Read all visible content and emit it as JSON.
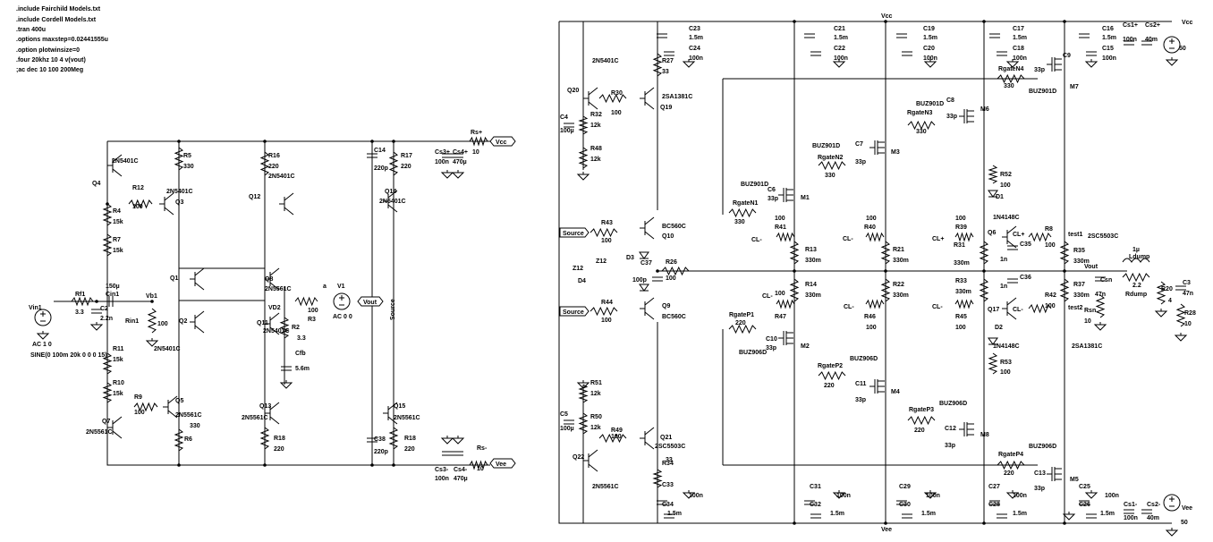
{
  "directives": [
    ".include Fairchild Models.txt",
    ".include Cordell Models.txt",
    ".tran 400u",
    ".options maxstep=0.02441555u",
    ".option plotwinsize=0",
    ".four 20khz 10 4 v(vout)",
    ";ac dec 10 100 200Meg"
  ],
  "left_texts": [
    {
      "id": "q4-model",
      "t": "2N5401C"
    },
    {
      "id": "q4",
      "t": "Q4"
    },
    {
      "id": "r12",
      "t": "R12"
    },
    {
      "id": "r12v",
      "t": "100"
    },
    {
      "id": "q3-model",
      "t": "2N5401C"
    },
    {
      "id": "q3",
      "t": "Q3"
    },
    {
      "id": "r5",
      "t": "R5"
    },
    {
      "id": "r5v",
      "t": "330"
    },
    {
      "id": "r4",
      "t": "R4"
    },
    {
      "id": "r4v",
      "t": "15k"
    },
    {
      "id": "r7",
      "t": "R7"
    },
    {
      "id": "r7v",
      "t": "15k"
    },
    {
      "id": "r16",
      "t": "R16"
    },
    {
      "id": "r16v",
      "t": "220"
    },
    {
      "id": "q12-model",
      "t": "2N5401C"
    },
    {
      "id": "q12",
      "t": "Q12"
    },
    {
      "id": "c14",
      "t": "C14"
    },
    {
      "id": "c14v",
      "t": "220p"
    },
    {
      "id": "r17",
      "t": "R17"
    },
    {
      "id": "r17v",
      "t": "220"
    },
    {
      "id": "q14",
      "t": "Q14"
    },
    {
      "id": "q14-model",
      "t": "2N5401C"
    },
    {
      "id": "cs3p",
      "t": "Cs3+"
    },
    {
      "id": "cs4p",
      "t": "Cs4+"
    },
    {
      "id": "cs3pv",
      "t": "100n"
    },
    {
      "id": "cs4pv",
      "t": "470µ"
    },
    {
      "id": "rsp",
      "t": "Rs+"
    },
    {
      "id": "rspv",
      "t": "10"
    },
    {
      "id": "q1",
      "t": "Q1"
    },
    {
      "id": "q8",
      "t": "Q8"
    },
    {
      "id": "q8-model",
      "t": "2N5561C"
    },
    {
      "id": "c150",
      "t": "150µ"
    },
    {
      "id": "cin1",
      "t": "Cin1"
    },
    {
      "id": "vb1",
      "t": "Vb1"
    },
    {
      "id": "rf1",
      "t": "Rf1"
    },
    {
      "id": "rf1v",
      "t": "3.3"
    },
    {
      "id": "c2",
      "t": "C2"
    },
    {
      "id": "c2v",
      "t": "2.2n"
    },
    {
      "id": "rin1",
      "t": "Rin1"
    },
    {
      "id": "rin1v",
      "t": "100"
    },
    {
      "id": "r3",
      "t": "R3"
    },
    {
      "id": "r3v",
      "t": "100"
    },
    {
      "id": "v1",
      "t": "V1"
    },
    {
      "id": "v1v",
      "t": "AC 0 0"
    },
    {
      "id": "a",
      "t": "a"
    },
    {
      "id": "q2",
      "t": "Q2"
    },
    {
      "id": "q2-model",
      "t": "2N5401C"
    },
    {
      "id": "q11",
      "t": "Q11"
    },
    {
      "id": "q11-model",
      "t": "2N5401C"
    },
    {
      "id": "vd2",
      "t": "VD2"
    },
    {
      "id": "r2",
      "t": "R2"
    },
    {
      "id": "r2v",
      "t": "3.3"
    },
    {
      "id": "cfb",
      "t": "Cfb"
    },
    {
      "id": "cfbv",
      "t": "5.6m"
    },
    {
      "id": "vin1",
      "t": "Vin1"
    },
    {
      "id": "ac10",
      "t": "AC 1 0"
    },
    {
      "id": "sine",
      "t": "SINE(0 100m 20k 0 0 0 15)"
    },
    {
      "id": "r11",
      "t": "R11"
    },
    {
      "id": "r11v",
      "t": "15k"
    },
    {
      "id": "r10",
      "t": "R10"
    },
    {
      "id": "r10v",
      "t": "15k"
    },
    {
      "id": "r9",
      "t": "R9"
    },
    {
      "id": "r9v",
      "t": "100"
    },
    {
      "id": "q5",
      "t": "Q5"
    },
    {
      "id": "q5-model",
      "t": "2N5561C"
    },
    {
      "id": "q7",
      "t": "Q7"
    },
    {
      "id": "q7-model",
      "t": "2N5561C"
    },
    {
      "id": "r6",
      "t": "R6"
    },
    {
      "id": "r6v",
      "t": "330"
    },
    {
      "id": "q13",
      "t": "Q13"
    },
    {
      "id": "q13-model",
      "t": "2N5561C"
    },
    {
      "id": "r18",
      "t": "R18"
    },
    {
      "id": "r18v",
      "t": "220"
    },
    {
      "id": "c38",
      "t": "C38"
    },
    {
      "id": "c38v",
      "t": "220p"
    },
    {
      "id": "r18b",
      "t": "R18"
    },
    {
      "id": "r18bv",
      "t": "220"
    },
    {
      "id": "q15",
      "t": "Q15"
    },
    {
      "id": "q15-model",
      "t": "2N5561C"
    },
    {
      "id": "rsm",
      "t": "Rs-"
    },
    {
      "id": "rsmv",
      "t": "10"
    },
    {
      "id": "cs3m",
      "t": "Cs3-"
    },
    {
      "id": "cs4m",
      "t": "Cs4-"
    },
    {
      "id": "cs3mv",
      "t": "100n"
    },
    {
      "id": "cs4mv",
      "t": "470µ"
    },
    {
      "id": "source-v",
      "t": "Source"
    }
  ],
  "net_labels": {
    "vcc_left": "Vcc",
    "vee_left": "Vee",
    "vout_left": "Vout",
    "source_top": "Source",
    "source_bot": "Source",
    "vcc_top": "Vcc",
    "vee_bot": "Vee",
    "vout_right": "Vout",
    "vcc_right": "Vcc",
    "vee_right": "Vee"
  },
  "right_texts": [
    {
      "id": "c23",
      "t": "C23"
    },
    {
      "id": "c23v",
      "t": "1.5m"
    },
    {
      "id": "c24",
      "t": "C24"
    },
    {
      "id": "c24v",
      "t": "100n"
    },
    {
      "id": "r27",
      "t": "R27"
    },
    {
      "id": "r27v",
      "t": "33"
    },
    {
      "id": "q20-model",
      "t": "2N5401C"
    },
    {
      "id": "q20",
      "t": "Q20"
    },
    {
      "id": "r30",
      "t": "R30"
    },
    {
      "id": "r30v",
      "t": "100"
    },
    {
      "id": "q19-model",
      "t": "2SA1381C"
    },
    {
      "id": "q19",
      "t": "Q19"
    },
    {
      "id": "r32",
      "t": "R32"
    },
    {
      "id": "r32v",
      "t": "12k"
    },
    {
      "id": "c4",
      "t": "C4"
    },
    {
      "id": "c4v",
      "t": "100µ"
    },
    {
      "id": "r48",
      "t": "R48"
    },
    {
      "id": "r48v",
      "t": "12k"
    },
    {
      "id": "c21",
      "t": "C21"
    },
    {
      "id": "c21v",
      "t": "1.5m"
    },
    {
      "id": "c22",
      "t": "C22"
    },
    {
      "id": "c22v",
      "t": "100n"
    },
    {
      "id": "c19",
      "t": "C19"
    },
    {
      "id": "c19v",
      "t": "1.5m"
    },
    {
      "id": "c20",
      "t": "C20"
    },
    {
      "id": "c20v",
      "t": "100n"
    },
    {
      "id": "c17",
      "t": "C17"
    },
    {
      "id": "c17v",
      "t": "1.5m"
    },
    {
      "id": "c18",
      "t": "C18"
    },
    {
      "id": "c18v",
      "t": "100n"
    },
    {
      "id": "c16",
      "t": "C16"
    },
    {
      "id": "c16v",
      "t": "1.5m"
    },
    {
      "id": "c15",
      "t": "C15"
    },
    {
      "id": "c15v",
      "t": "100n"
    },
    {
      "id": "cs1p",
      "t": "Cs1+"
    },
    {
      "id": "cs1pv",
      "t": "100n"
    },
    {
      "id": "cs2p",
      "t": "Cs2+"
    },
    {
      "id": "cs2pv",
      "t": "40m"
    },
    {
      "id": "vcc50",
      "t": "50"
    },
    {
      "id": "c9",
      "t": "C9"
    },
    {
      "id": "c9v",
      "t": "33p"
    },
    {
      "id": "m7",
      "t": "M7"
    },
    {
      "id": "rgn4",
      "t": "RgateN4"
    },
    {
      "id": "rgn4v",
      "t": "330"
    },
    {
      "id": "buz901d-4",
      "t": "BUZ901D"
    },
    {
      "id": "buz901d-3",
      "t": "BUZ901D"
    },
    {
      "id": "rgn3",
      "t": "RgateN3"
    },
    {
      "id": "rgn3v",
      "t": "330"
    },
    {
      "id": "c8",
      "t": "C8"
    },
    {
      "id": "c8v",
      "t": "33p"
    },
    {
      "id": "m6",
      "t": "M6"
    },
    {
      "id": "buz901d-2",
      "t": "BUZ901D"
    },
    {
      "id": "c7",
      "t": "C7"
    },
    {
      "id": "c7v",
      "t": "33p"
    },
    {
      "id": "m3",
      "t": "M3"
    },
    {
      "id": "rgn2",
      "t": "RgateN2"
    },
    {
      "id": "rgn2v",
      "t": "330"
    },
    {
      "id": "buz901d-1",
      "t": "BUZ901D"
    },
    {
      "id": "c6",
      "t": "C6"
    },
    {
      "id": "c6v",
      "t": "33p"
    },
    {
      "id": "m1",
      "t": "M1"
    },
    {
      "id": "rgn1",
      "t": "RgateN1"
    },
    {
      "id": "rgn1v",
      "t": "330"
    },
    {
      "id": "r41",
      "t": "R41"
    },
    {
      "id": "r41v",
      "t": "100"
    },
    {
      "id": "r52",
      "t": "R52"
    },
    {
      "id": "r52v",
      "t": "100"
    },
    {
      "id": "d1",
      "t": "D1"
    },
    {
      "id": "d1-model",
      "t": "1N4148C"
    },
    {
      "id": "r43",
      "t": "R43"
    },
    {
      "id": "r43v",
      "t": "100"
    },
    {
      "id": "bc560c-10",
      "t": "BC560C"
    },
    {
      "id": "q10",
      "t": "Q10"
    },
    {
      "id": "r40",
      "t": "R40"
    },
    {
      "id": "r40v",
      "t": "100"
    },
    {
      "id": "r39",
      "t": "R39"
    },
    {
      "id": "r39v",
      "t": "100"
    },
    {
      "id": "r31",
      "t": "R31"
    },
    {
      "id": "r31v",
      "t": "330m"
    },
    {
      "id": "q6",
      "t": "Q6"
    },
    {
      "id": "cl-plus",
      "t": "CL+"
    },
    {
      "id": "c35",
      "t": "C35"
    },
    {
      "id": "r8",
      "t": "R8"
    },
    {
      "id": "r8v",
      "t": "100"
    },
    {
      "id": "ntest1",
      "t": "test1"
    },
    {
      "id": "c2sc5",
      "t": "2SC5503C"
    },
    {
      "id": "r35",
      "t": "R35"
    },
    {
      "id": "r35v",
      "t": "330m"
    },
    {
      "id": "c1n-1",
      "t": "1n"
    },
    {
      "id": "r13",
      "t": "R13"
    },
    {
      "id": "r13v",
      "t": "330m"
    },
    {
      "id": "r21",
      "t": "R21"
    },
    {
      "id": "r21v",
      "t": "330m"
    },
    {
      "id": "z12",
      "t": "Z12"
    },
    {
      "id": "d3",
      "t": "D3"
    },
    {
      "id": "c37",
      "t": "C37"
    },
    {
      "id": "r26",
      "t": "R26"
    },
    {
      "id": "r26v",
      "t": "100"
    },
    {
      "id": "d4",
      "t": "D4"
    },
    {
      "id": "z12b",
      "t": "Z12"
    },
    {
      "id": "c37v",
      "t": "100p"
    },
    {
      "id": "ldump",
      "t": "Ldump"
    },
    {
      "id": "lv",
      "t": "1µ"
    },
    {
      "id": "rdump",
      "t": "Rdump"
    },
    {
      "id": "rdv",
      "t": "2.2"
    },
    {
      "id": "c36",
      "t": "C36"
    },
    {
      "id": "csn",
      "t": "Csn"
    },
    {
      "id": "csnv",
      "t": "47n"
    },
    {
      "id": "rsn",
      "t": "Rsn"
    },
    {
      "id": "rsnv",
      "t": "10"
    },
    {
      "id": "r20",
      "t": "R20"
    },
    {
      "id": "r20v",
      "t": "4"
    },
    {
      "id": "c3",
      "t": "C3"
    },
    {
      "id": "c3v",
      "t": "47n"
    },
    {
      "id": "r28",
      "t": "R28"
    },
    {
      "id": "r28v",
      "t": "10"
    },
    {
      "id": "r14",
      "t": "R14"
    },
    {
      "id": "r14v",
      "t": "330m"
    },
    {
      "id": "r22",
      "t": "R22"
    },
    {
      "id": "r22v",
      "t": "330m"
    },
    {
      "id": "r33",
      "t": "R33"
    },
    {
      "id": "r33v",
      "t": "330m"
    },
    {
      "id": "r37",
      "t": "R37"
    },
    {
      "id": "r37v",
      "t": "330m"
    },
    {
      "id": "r42",
      "t": "R42"
    },
    {
      "id": "r42v",
      "t": "100"
    },
    {
      "id": "ntest2",
      "t": "test2"
    },
    {
      "id": "r44",
      "t": "R44"
    },
    {
      "id": "r44v",
      "t": "100"
    },
    {
      "id": "q9",
      "t": "Q9"
    },
    {
      "id": "bc560c-9",
      "t": "BC560C"
    },
    {
      "id": "rgp1",
      "t": "RgateP1"
    },
    {
      "id": "rgp1v",
      "t": "220"
    },
    {
      "id": "r47",
      "t": "R47"
    },
    {
      "id": "r47v",
      "t": "100"
    },
    {
      "id": "r46",
      "t": "R46"
    },
    {
      "id": "r46v",
      "t": "100"
    },
    {
      "id": "r45",
      "t": "R45"
    },
    {
      "id": "r45v",
      "t": "100"
    },
    {
      "id": "q17",
      "t": "Q17"
    },
    {
      "id": "cl-minus",
      "t": "CL-"
    },
    {
      "id": "c1n-2",
      "t": "1n"
    },
    {
      "id": "c10",
      "t": "C10"
    },
    {
      "id": "c10v",
      "t": "33p"
    },
    {
      "id": "m2",
      "t": "M2"
    },
    {
      "id": "buz906d-1",
      "t": "BUZ906D"
    },
    {
      "id": "d2",
      "t": "D2"
    },
    {
      "id": "d2-model",
      "t": "1N4148C"
    },
    {
      "id": "c2sa",
      "t": "2SA1381C"
    },
    {
      "id": "buz906d-2",
      "t": "BUZ906D"
    },
    {
      "id": "rgp2",
      "t": "RgateP2"
    },
    {
      "id": "rgp2v",
      "t": "220"
    },
    {
      "id": "c11",
      "t": "C11"
    },
    {
      "id": "c11v",
      "t": "33p"
    },
    {
      "id": "m4",
      "t": "M4"
    },
    {
      "id": "r53",
      "t": "R53"
    },
    {
      "id": "r53v",
      "t": "100"
    },
    {
      "id": "r51",
      "t": "R51"
    },
    {
      "id": "r51v",
      "t": "12k"
    },
    {
      "id": "c5",
      "t": "C5"
    },
    {
      "id": "c5v",
      "t": "100µ"
    },
    {
      "id": "r50",
      "t": "R50"
    },
    {
      "id": "r50v",
      "t": "12k"
    },
    {
      "id": "r49",
      "t": "R49"
    },
    {
      "id": "r49v",
      "t": "100"
    },
    {
      "id": "q21",
      "t": "Q21"
    },
    {
      "id": "q21-model",
      "t": "2SC5503C"
    },
    {
      "id": "buz906d-3",
      "t": "BUZ906D"
    },
    {
      "id": "rgp3",
      "t": "RgateP3"
    },
    {
      "id": "rgp3v",
      "t": "220"
    },
    {
      "id": "c12",
      "t": "C12"
    },
    {
      "id": "c12v",
      "t": "33p"
    },
    {
      "id": "m8",
      "t": "M8"
    },
    {
      "id": "buz906d-4",
      "t": "BUZ906D"
    },
    {
      "id": "rgp4",
      "t": "RgateP4"
    },
    {
      "id": "rgp4v",
      "t": "220"
    },
    {
      "id": "c13",
      "t": "C13"
    },
    {
      "id": "c13v",
      "t": "33p"
    },
    {
      "id": "m5",
      "t": "M5"
    },
    {
      "id": "q22",
      "t": "Q22"
    },
    {
      "id": "r34",
      "t": "R34"
    },
    {
      "id": "r34v",
      "t": "33"
    },
    {
      "id": "q22-model",
      "t": "2N5561C"
    },
    {
      "id": "c33",
      "t": "C33"
    },
    {
      "id": "c33v",
      "t": "100n"
    },
    {
      "id": "c34",
      "t": "C34"
    },
    {
      "id": "c34v",
      "t": "1.5m"
    },
    {
      "id": "c31",
      "t": "C31"
    },
    {
      "id": "c31v",
      "t": "100n"
    },
    {
      "id": "c32",
      "t": "C32"
    },
    {
      "id": "c32v",
      "t": "1.5m"
    },
    {
      "id": "c29",
      "t": "C29"
    },
    {
      "id": "c29v",
      "t": "100n"
    },
    {
      "id": "c30",
      "t": "C30"
    },
    {
      "id": "c30v",
      "t": "1.5m"
    },
    {
      "id": "c27",
      "t": "C27"
    },
    {
      "id": "c27v",
      "t": "100n"
    },
    {
      "id": "c28",
      "t": "C28"
    },
    {
      "id": "c28v",
      "t": "1.5m"
    },
    {
      "id": "c25",
      "t": "C25"
    },
    {
      "id": "c25v",
      "t": "100n"
    },
    {
      "id": "c26",
      "t": "C26"
    },
    {
      "id": "c26v",
      "t": "1.5m"
    },
    {
      "id": "cs1m",
      "t": "Cs1-"
    },
    {
      "id": "cs1mv",
      "t": "100n"
    },
    {
      "id": "cs2m",
      "t": "Cs2-"
    },
    {
      "id": "cs2mv",
      "t": "40m"
    },
    {
      "id": "vee50",
      "t": "50"
    },
    {
      "id": "cl-r41",
      "t": "CL-"
    },
    {
      "id": "cl-r40",
      "t": "CL-"
    },
    {
      "id": "cl-r39",
      "t": "CL+"
    },
    {
      "id": "cl-r47",
      "t": "CL-"
    },
    {
      "id": "cl-r46",
      "t": "CL-"
    },
    {
      "id": "cl-r45",
      "t": "CL-"
    }
  ]
}
